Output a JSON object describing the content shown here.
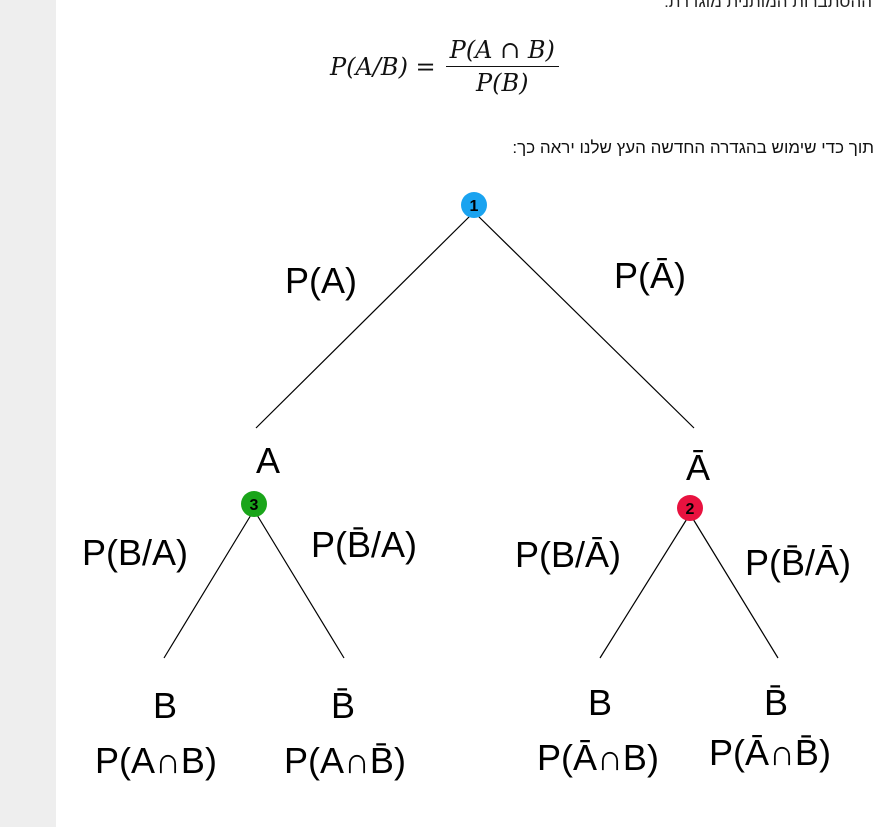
{
  "header": {
    "cutoff_text": "ההסתברות המותנית מוגדרת:",
    "intro_text": "תוך כדי שימוש בהגדרה החדשה העץ שלנו יראה כך:"
  },
  "formula": {
    "lhs": "P(A/B) =",
    "numerator": "P(A ∩ B)",
    "denominator": "P(B)"
  },
  "tree": {
    "colors": {
      "node1": "#1aa3f0",
      "node2": "#e8123f",
      "node3": "#1aa51a",
      "line": "#000000"
    },
    "node_numbers": [
      "1",
      "2",
      "3"
    ],
    "branch_labels": {
      "root_left": "P(A)",
      "root_right": "P(Ā)",
      "a_left": "P(B/A)",
      "a_right": "P(B̄/A)",
      "abar_left": "P(B/Ā)",
      "abar_right": "P(B̄/Ā)"
    },
    "level1": {
      "left": "A",
      "right": "Ā"
    },
    "leaves": [
      {
        "event": "B",
        "prob": "P(A∩B)"
      },
      {
        "event": "B̄",
        "prob": "P(A∩B̄)"
      },
      {
        "event": "B",
        "prob": "P(Ā∩B)"
      },
      {
        "event": "B̄",
        "prob": "P(Ā∩B̄)"
      }
    ]
  }
}
